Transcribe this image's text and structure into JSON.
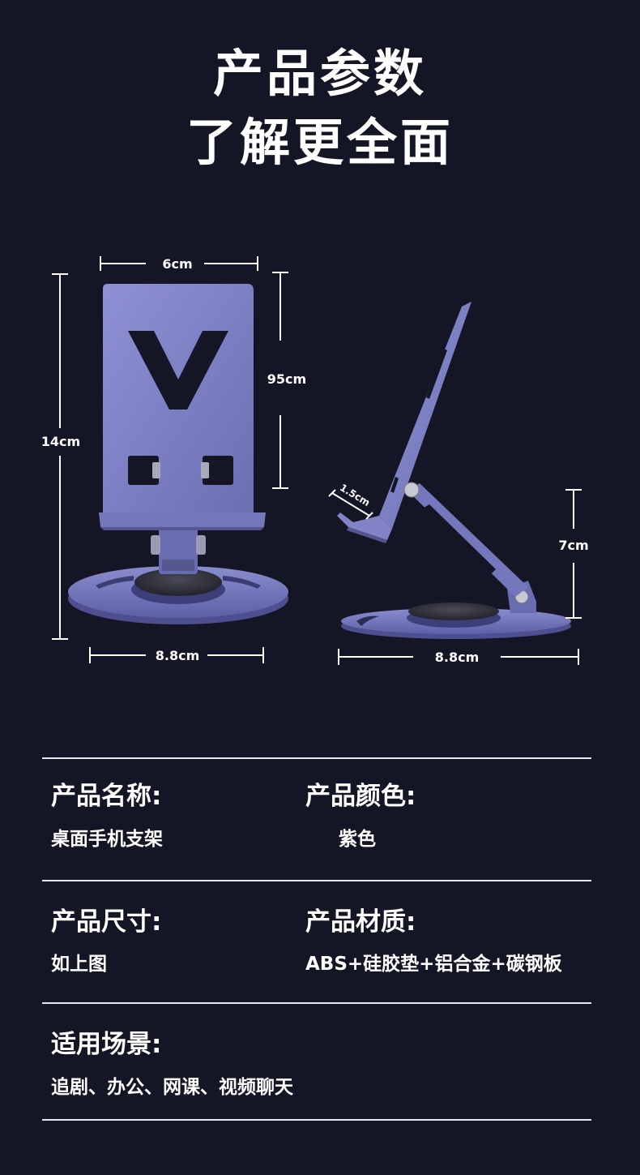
{
  "header": {
    "title_line1": "产品参数",
    "title_line2": "了解更全面"
  },
  "diagram": {
    "front": {
      "width_label": "6cm",
      "height_label": "14cm",
      "plate_height_label": "95cm",
      "base_label": "8.8cm"
    },
    "side": {
      "lip_label": "1.5cm",
      "height_label": "7cm",
      "base_label": "8.8cm"
    },
    "colors": {
      "stand": "#7d7fc3",
      "stand_dark": "#5a5c9e",
      "pad": "#2b2c36"
    }
  },
  "specs": {
    "name": {
      "label": "产品名称:",
      "value": "桌面手机支架"
    },
    "color": {
      "label": "产品颜色:",
      "value": "紫色"
    },
    "size": {
      "label": "产品尺寸:",
      "value": "如上图"
    },
    "material": {
      "label": "产品材质:",
      "value": "ABS+硅胶垫+铝合金+碳钢板"
    },
    "usage": {
      "label": "适用场景:",
      "value": "追剧、办公、网课、视频聊天"
    }
  }
}
